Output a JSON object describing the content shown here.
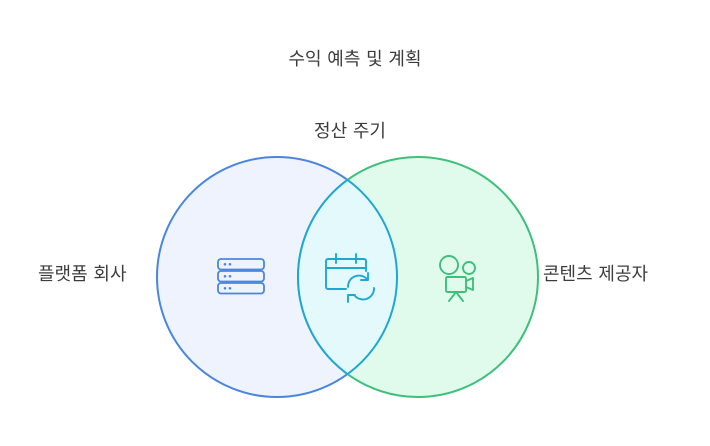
{
  "diagram": {
    "title": "수익 예측 및 계획",
    "left_set": {
      "label": "플랫폼 회사",
      "icon": "server-stack-icon",
      "fill": "#eef3fd",
      "stroke": "#4a86dd"
    },
    "right_set": {
      "label": "콘텐츠 제공자",
      "icon": "video-camera-icon",
      "fill": "#e0fbec",
      "stroke": "#3dc07a"
    },
    "intersection": {
      "label": "정산 주기",
      "icon": "calendar-sync-icon",
      "fill": "#e4f9fb",
      "stroke": "#1fa8cf"
    }
  }
}
